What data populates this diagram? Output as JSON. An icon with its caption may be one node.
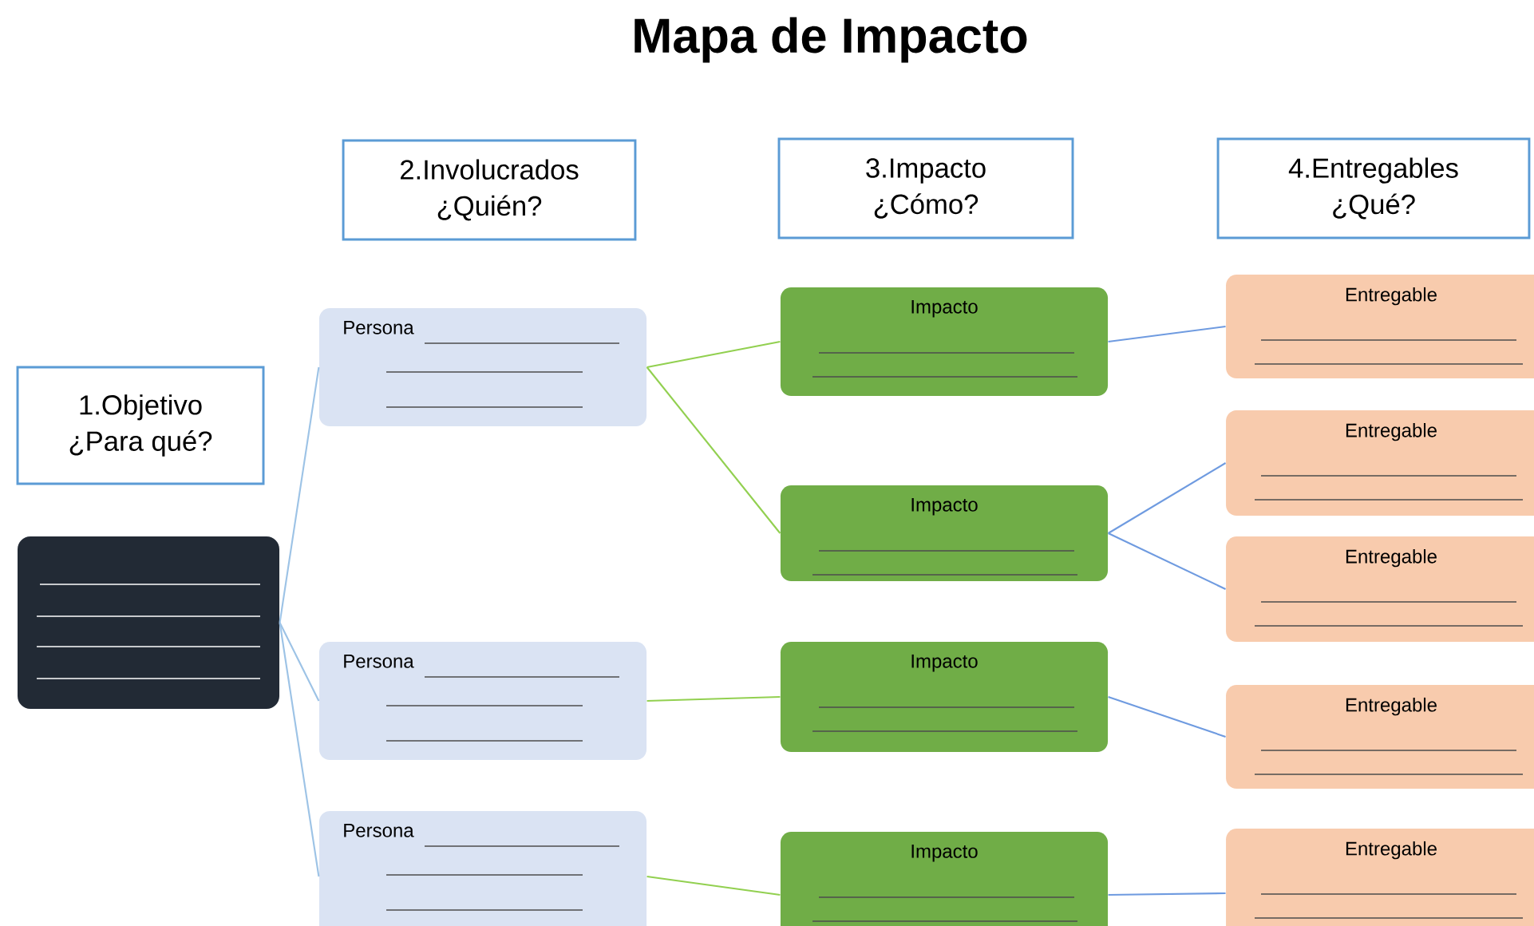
{
  "diagram": {
    "title": "Mapa de Impacto",
    "nodes": [
      {
        "text": [
          "1.Objetivo ¿Para qué?"
        ]
      },
      {
        "text": [
          "2.Involucrados ¿Quién?"
        ]
      },
      {
        "text": [
          "3.Impacto ¿Cómo?"
        ]
      },
      {
        "text": [
          "4.Entregables ¿Qué?"
        ]
      },
      {
        "text": [],
        "shape": "box"
      },
      {
        "text": [
          "Persona"
        ]
      },
      {
        "text": [
          "Persona"
        ]
      },
      {
        "text": [
          "Persona"
        ]
      },
      {
        "text": [
          "Impacto"
        ]
      },
      {
        "text": [
          "Impacto"
        ]
      },
      {
        "text": [
          "Impacto"
        ]
      },
      {
        "text": [
          "Impacto"
        ]
      },
      {
        "text": [
          "Entregable"
        ]
      },
      {
        "text": [
          "Entregable"
        ]
      },
      {
        "text": [
          "Entregable"
        ]
      },
      {
        "text": [
          "Entregable"
        ]
      },
      {
        "text": [
          "Entregable"
        ]
      }
    ],
    "edges": [
      {
        "from": 4,
        "to": 5,
        "arrow": "none",
        "color": "#9dc3e6"
      },
      {
        "from": 4,
        "to": 6,
        "arrow": "none",
        "color": "#9dc3e6"
      },
      {
        "from": 4,
        "to": 7,
        "arrow": "none",
        "color": "#9dc3e6"
      },
      {
        "from": 5,
        "to": 8,
        "arrow": "none",
        "color": "#92d050"
      },
      {
        "from": 5,
        "to": 9,
        "arrow": "none",
        "color": "#92d050"
      },
      {
        "from": 6,
        "to": 10,
        "arrow": "none",
        "color": "#92d050"
      },
      {
        "from": 7,
        "to": 11,
        "arrow": "none",
        "color": "#92d050"
      },
      {
        "from": 8,
        "to": 12,
        "arrow": "none",
        "color": "#6f9be0"
      },
      {
        "from": 9,
        "to": 13,
        "arrow": "none",
        "color": "#6f9be0"
      },
      {
        "from": 9,
        "to": 14,
        "arrow": "none",
        "color": "#6f9be0"
      },
      {
        "from": 10,
        "to": 15,
        "arrow": "none",
        "color": "#6f9be0"
      },
      {
        "from": 11,
        "to": 16,
        "arrow": "none",
        "color": "#6f9be0"
      }
    ]
  }
}
